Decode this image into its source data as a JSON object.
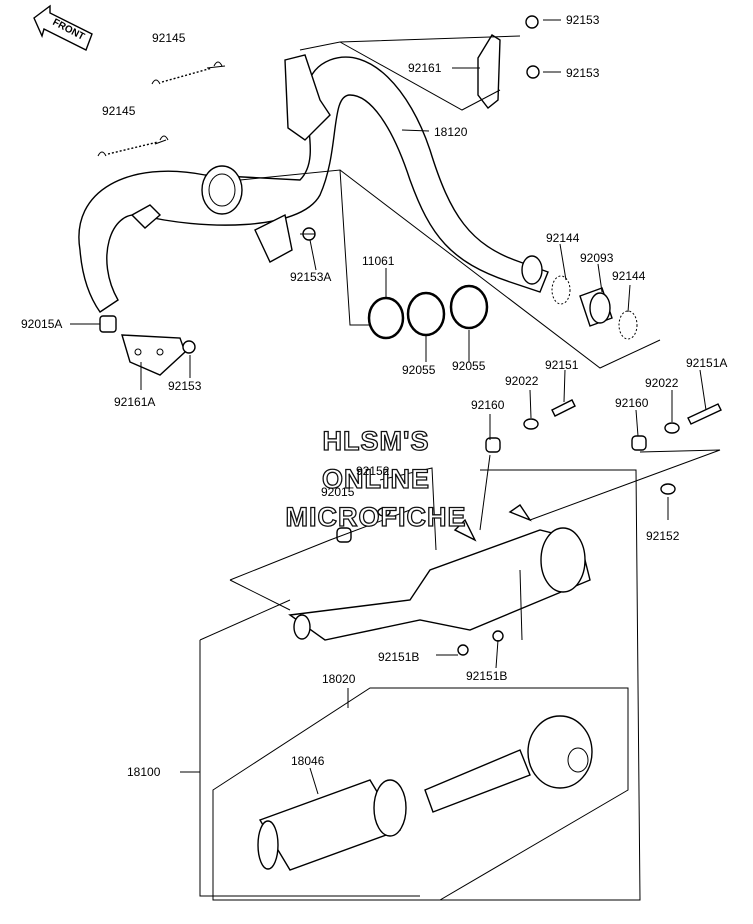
{
  "orientation": {
    "label": "FRONT"
  },
  "watermark": {
    "line1": "HLSM'S",
    "line2": "ONLINE",
    "line3": "MICROFICHE"
  },
  "parts": {
    "p92145_a": "92145",
    "p92145_b": "92145",
    "p92153_top1": "92153",
    "p92153_top2": "92153",
    "p92161": "92161",
    "p18120": "18120",
    "p92153A": "92153A",
    "p11061": "11061",
    "p92144_a": "92144",
    "p92093": "92093",
    "p92144_b": "92144",
    "p92015A": "92015A",
    "p92153_low": "92153",
    "p92161A": "92161A",
    "p92055_a": "92055",
    "p92055_b": "92055",
    "p92151": "92151",
    "p92151A": "92151A",
    "p92022_a": "92022",
    "p92022_b": "92022",
    "p92160_a": "92160",
    "p92160_b": "92160",
    "p92152_a": "92152",
    "p92015": "92015",
    "p92152_b": "92152",
    "p92151B_a": "92151B",
    "p92151B_b": "92151B",
    "p18020": "18020",
    "p18046": "18046",
    "p18100": "18100"
  }
}
